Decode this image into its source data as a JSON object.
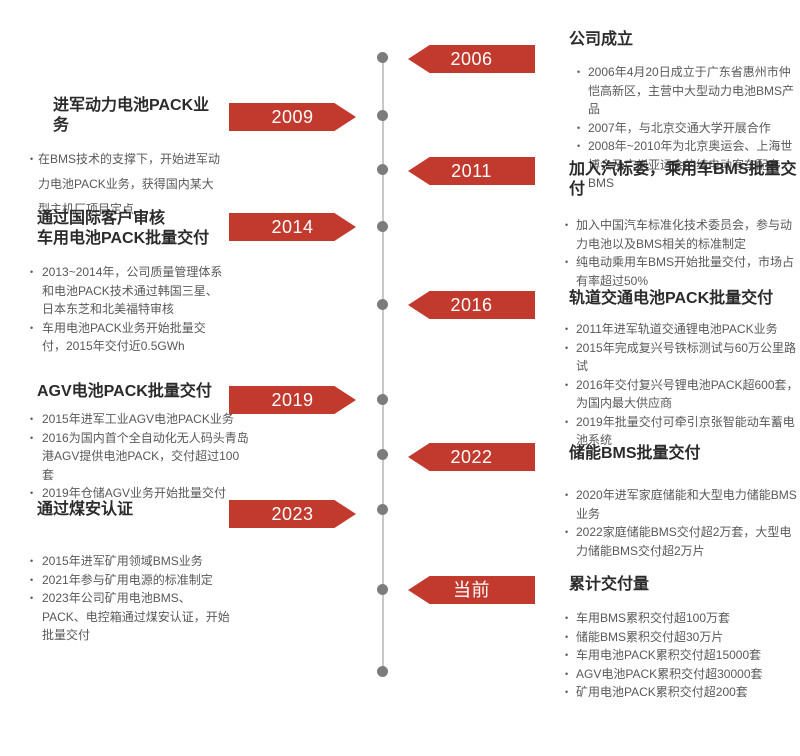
{
  "theme": {
    "accent_red": "#c2392e",
    "line_color": "#c8c8c8",
    "dot_color": "#7c7c7c",
    "title_color": "#2b2b2b",
    "body_color": "#595959",
    "year_text_color": "#ffffff",
    "background": "#ffffff"
  },
  "events": [
    {
      "year": "2006",
      "side": "right",
      "title": "公司成立",
      "bullets": [
        "2006年4月20日成立于广东省惠州市仲恺高新区，主营中大型动力电池BMS产品",
        "2007年，与北京交通大学开展合作",
        "2008年~2010年为北京奥运会、上海世博会及广州亚运会的纯电动客车配套BMS"
      ]
    },
    {
      "year": "2009",
      "side": "left",
      "title": "进军动力电池PACK业务",
      "bullets": [
        "在BMS技术的支撑下，开始进军动力电池PACK业务，获得国内某大型主机厂项目定点"
      ]
    },
    {
      "year": "2011",
      "side": "right",
      "title": "加入汽标委，乘用车BMS批量交付",
      "bullets": [
        "加入中国汽车标准化技术委员会，参与动力电池以及BMS相关的标准制定",
        "纯电动乘用车BMS开始批量交付，市场占有率超过50%"
      ]
    },
    {
      "year": "2014",
      "side": "left",
      "title": "通过国际客户审核\n车用电池PACK批量交付",
      "bullets": [
        "2013~2014年，公司质量管理体系和电池PACK技术通过韩国三星、日本东芝和北美福特审核",
        "车用电池PACK业务开始批量交付，2015年交付近0.5GWh"
      ]
    },
    {
      "year": "2016",
      "side": "right",
      "title": "轨道交通电池PACK批量交付",
      "bullets": [
        "2011年进军轨道交通锂电池PACK业务",
        "2015年完成复兴号铁标测试与60万公里路试",
        "2016年交付复兴号锂电池PACK超600套，为国内最大供应商",
        "2019年批量交付可牵引京张智能动车蓄电池系统"
      ]
    },
    {
      "year": "2019",
      "side": "left",
      "title": "AGV电池PACK批量交付",
      "bullets": [
        "2015年进军工业AGV电池PACK业务",
        "2016为国内首个全自动化无人码头青岛港AGV提供电池PACK，交付超过100套",
        "2019年仓储AGV业务开始批量交付"
      ]
    },
    {
      "year": "2022",
      "side": "right",
      "title": "储能BMS批量交付",
      "bullets": [
        "2020年进军家庭储能和大型电力储能BMS业务",
        "2022家庭储能BMS交付超2万套，大型电力储能BMS交付超2万片"
      ]
    },
    {
      "year": "2023",
      "side": "left",
      "title": "通过煤安认证",
      "bullets": [
        "2015年进军矿用领域BMS业务",
        "2021年参与矿用电源的标准制定",
        "2023年公司矿用电池BMS、PACK、电控箱通过煤安认证，开始批量交付"
      ]
    },
    {
      "year": "当前",
      "side": "right",
      "title": "累计交付量",
      "bullets": [
        "车用BMS累积交付超100万套",
        "储能BMS累积交付超30万片",
        "车用电池PACK累积交付超15000套",
        "AGV电池PACK累积交付超30000套",
        "矿用电池PACK累积交付超200套"
      ]
    }
  ]
}
